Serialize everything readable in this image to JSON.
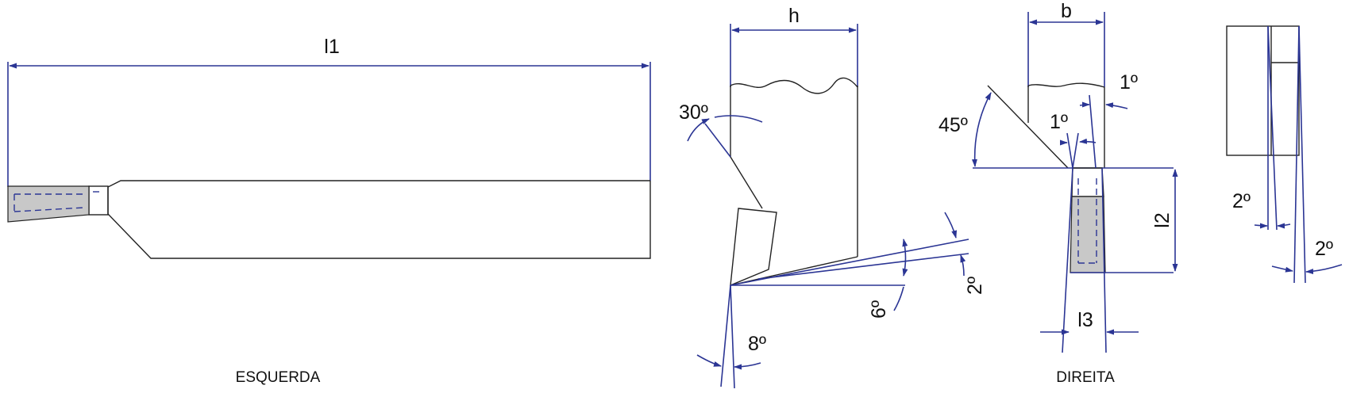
{
  "labels": {
    "l1": "l1",
    "h": "h",
    "b": "b",
    "l2": "l2",
    "l3": "l3",
    "esquerda": "ESQUERDA",
    "direita": "DIREITA"
  },
  "angles": {
    "a30": "30º",
    "a45": "45º",
    "a1_top": "1º",
    "a1_mid": "1º",
    "a8": "8º",
    "a6": "6º",
    "a2_side": "2º",
    "a2_left": "2º",
    "a2_right": "2º"
  },
  "colors": {
    "dimension_line": "#2b3594",
    "outline": "#222222",
    "insert_fill": "#c8c8c8"
  }
}
